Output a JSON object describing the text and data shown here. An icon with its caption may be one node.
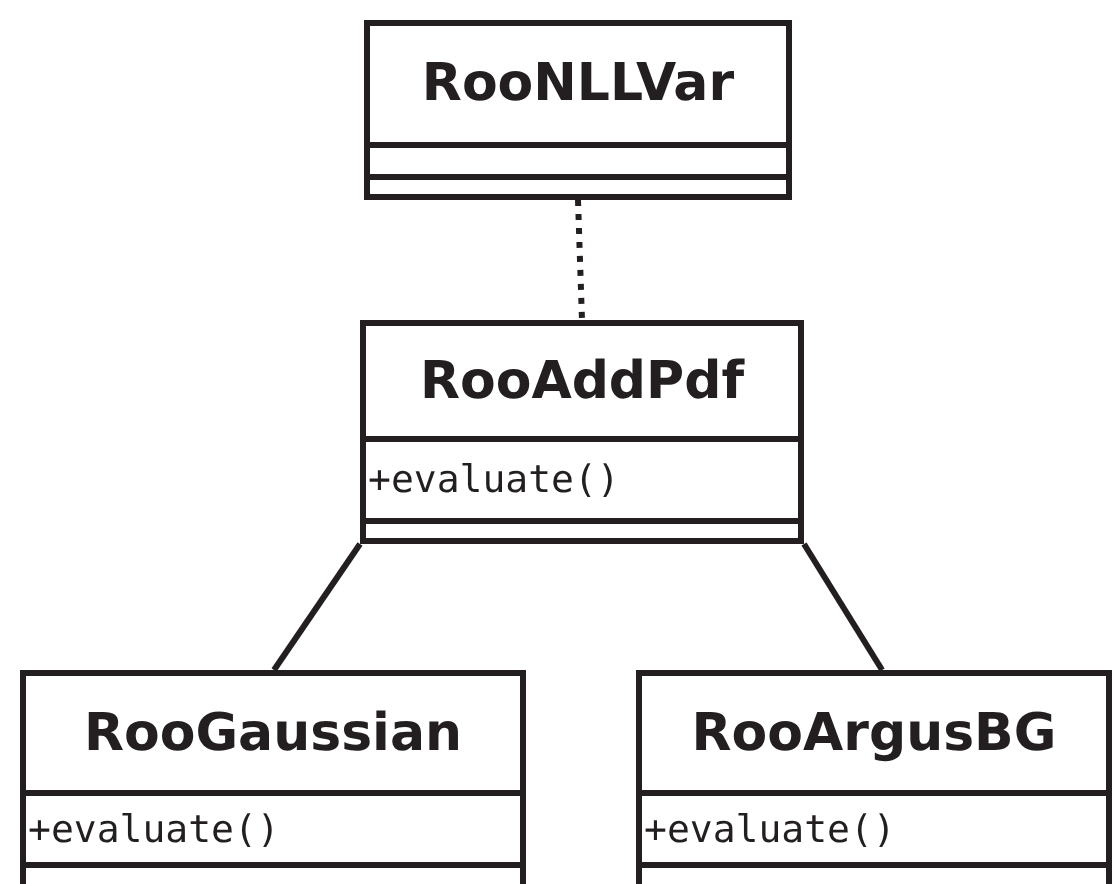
{
  "diagram": {
    "nodes": [
      {
        "text": [
          "RooNLLVar"
        ]
      },
      {
        "text": [
          "RooAddPdf",
          "+evaluate()"
        ]
      },
      {
        "text": [
          "RooGaussian",
          "+evaluate()"
        ]
      },
      {
        "text": [
          "RooArgusBG",
          "+evaluate()"
        ]
      }
    ],
    "edges": [
      {
        "from": 0,
        "to": 1,
        "arrow": "none",
        "style": "dashed"
      },
      {
        "from": 1,
        "to": 2,
        "arrow": "none"
      },
      {
        "from": 1,
        "to": 3,
        "arrow": "none"
      }
    ]
  }
}
